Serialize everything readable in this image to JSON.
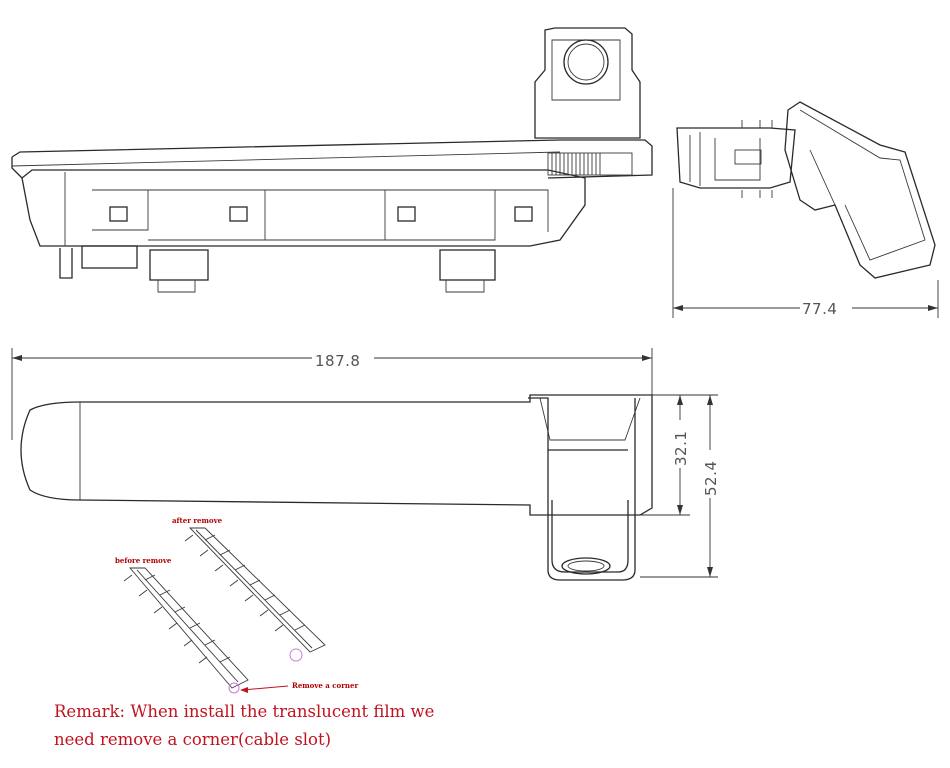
{
  "dimensions": {
    "width_side": "77.4",
    "length_top": "187.8",
    "inner_height": "32.1",
    "total_height": "52.4"
  },
  "inset_labels": {
    "after_remove": "after remove",
    "before_remove": "before remove",
    "remove_corner": "Remove a corner"
  },
  "remark": {
    "line1": "Remark: When install the translucent film we",
    "line2": "need remove a corner(cable slot)"
  },
  "colors": {
    "line": "#2a2a2a",
    "remark_text": "#c1121f",
    "annotation": "#b00000"
  }
}
